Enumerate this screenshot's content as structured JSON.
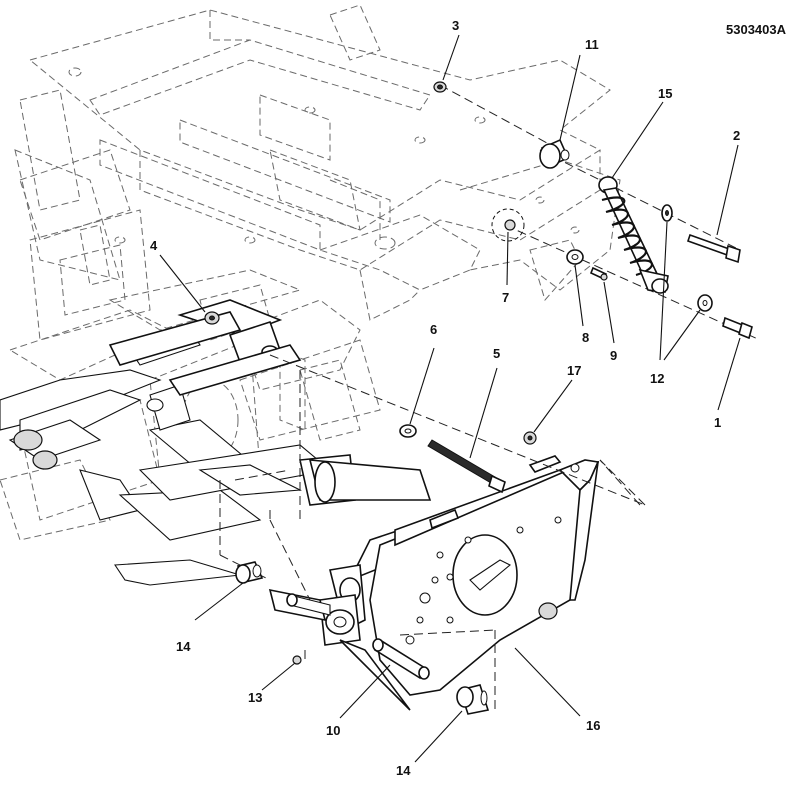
{
  "diagram": {
    "reference_number": "5303403A",
    "callouts": [
      {
        "id": "1",
        "text": "1"
      },
      {
        "id": "2",
        "text": "2"
      },
      {
        "id": "3",
        "text": "3"
      },
      {
        "id": "4",
        "text": "4"
      },
      {
        "id": "5",
        "text": "5"
      },
      {
        "id": "6",
        "text": "6"
      },
      {
        "id": "7",
        "text": "7"
      },
      {
        "id": "8",
        "text": "8"
      },
      {
        "id": "9",
        "text": "9"
      },
      {
        "id": "10",
        "text": "10"
      },
      {
        "id": "11",
        "text": "11"
      },
      {
        "id": "12",
        "text": "12"
      },
      {
        "id": "13",
        "text": "13"
      },
      {
        "id": "14a",
        "text": "14"
      },
      {
        "id": "14b",
        "text": "14"
      },
      {
        "id": "15",
        "text": "15"
      },
      {
        "id": "16",
        "text": "16"
      },
      {
        "id": "17",
        "text": "17"
      }
    ]
  }
}
